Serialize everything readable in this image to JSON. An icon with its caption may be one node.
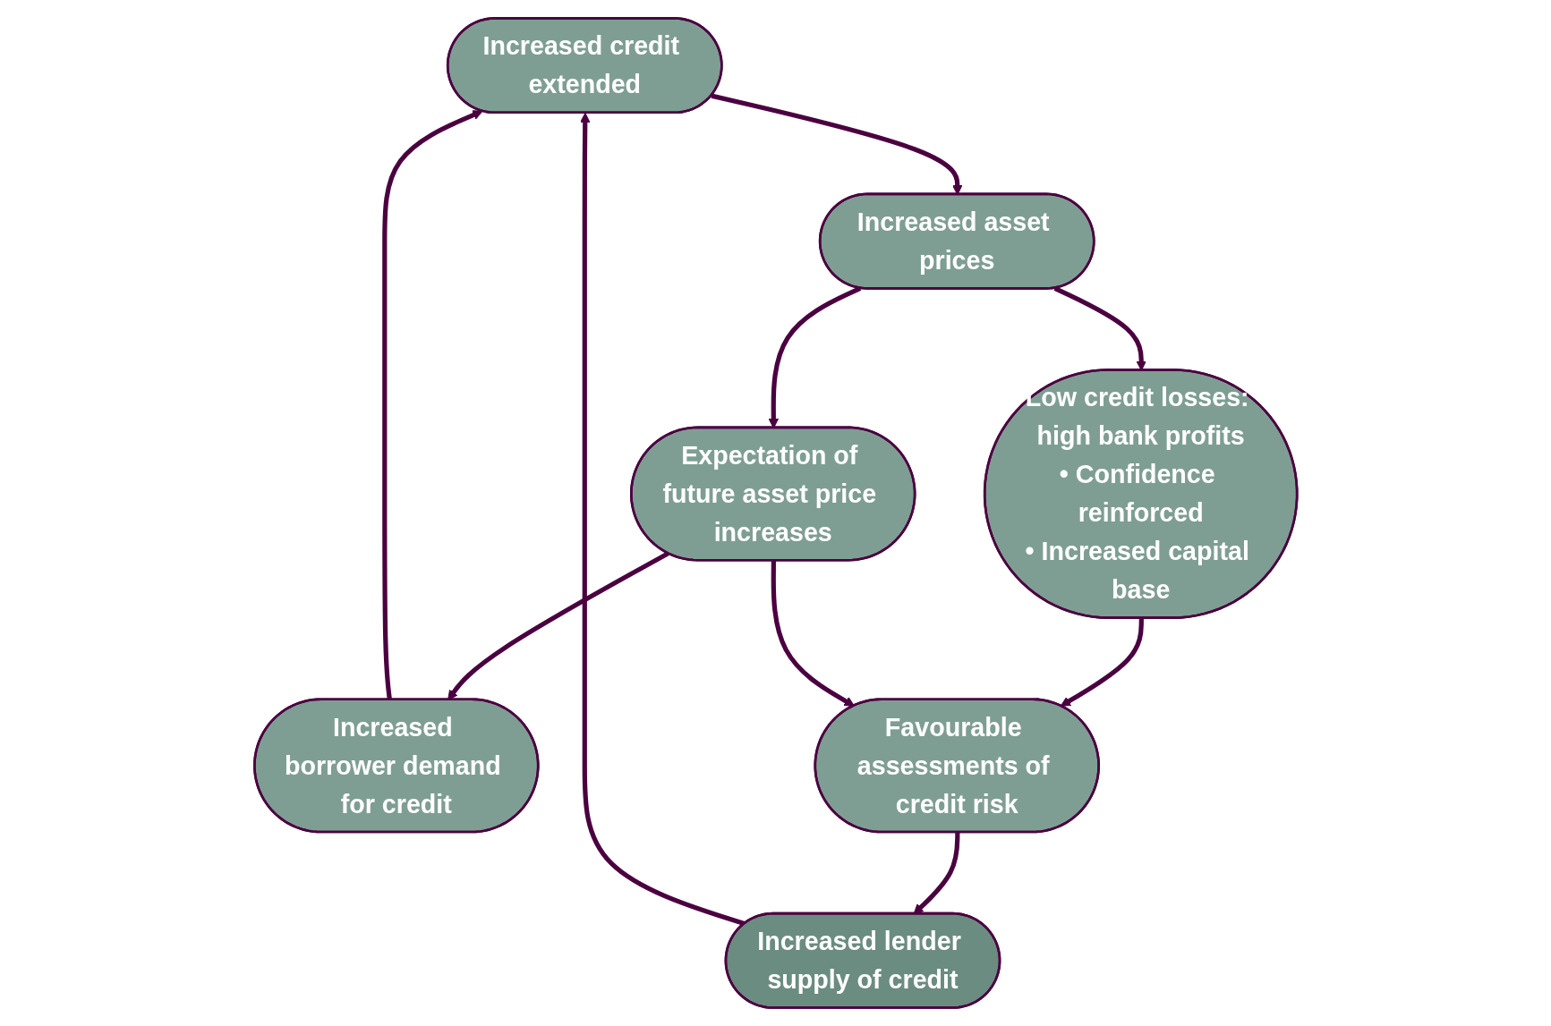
{
  "diagram": {
    "nodes": [
      {
        "text": [
          "Increased credit extended"
        ]
      },
      {
        "text": [
          "Increased lender supply of credit"
        ]
      },
      {
        "text": [
          "Increased borrower demand for credit"
        ]
      },
      {
        "text": [
          "Increased asset prices"
        ]
      },
      {
        "text": [
          "Expectation of future asset price increases"
        ]
      },
      {
        "text": [
          "Favourable assessments of credit risk"
        ]
      },
      {
        "text": [
          "Low credit losses: high bank profits",
          "• Confidence reinforced",
          "• Increased capital base"
        ]
      }
    ],
    "edges": [
      {
        "from": 0,
        "to": 3,
        "arrow": "to"
      },
      {
        "from": 3,
        "to": 6,
        "arrow": "to"
      },
      {
        "from": 6,
        "to": 5,
        "arrow": "to"
      },
      {
        "from": 5,
        "to": 1,
        "arrow": "to"
      },
      {
        "from": 1,
        "to": 0,
        "arrow": "to"
      },
      {
        "from": 3,
        "to": 4,
        "arrow": "to"
      },
      {
        "from": 4,
        "to": 2,
        "arrow": "to"
      },
      {
        "from": 2,
        "to": 0,
        "arrow": "to"
      },
      {
        "from": 4,
        "to": 5,
        "arrow": "to"
      }
    ]
  }
}
